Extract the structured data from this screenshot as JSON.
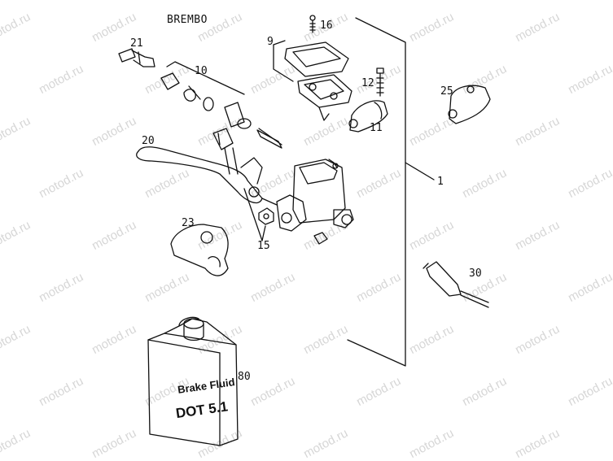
{
  "brand": "BREMBO",
  "watermark": "motod.ru",
  "callouts": {
    "p1": "1",
    "p9": "9",
    "p10": "10",
    "p11": "11",
    "p12": "12",
    "p15": "15",
    "p16": "16",
    "p20": "20",
    "p21": "21",
    "p23": "23",
    "p25": "25",
    "p30": "30",
    "p80": "80"
  },
  "bottle": {
    "line1": "Brake Fluid",
    "line2": "DOT 5.1"
  },
  "colors": {
    "ink": "#111111",
    "watermark": "#d6d6d6",
    "background": "#ffffff"
  }
}
